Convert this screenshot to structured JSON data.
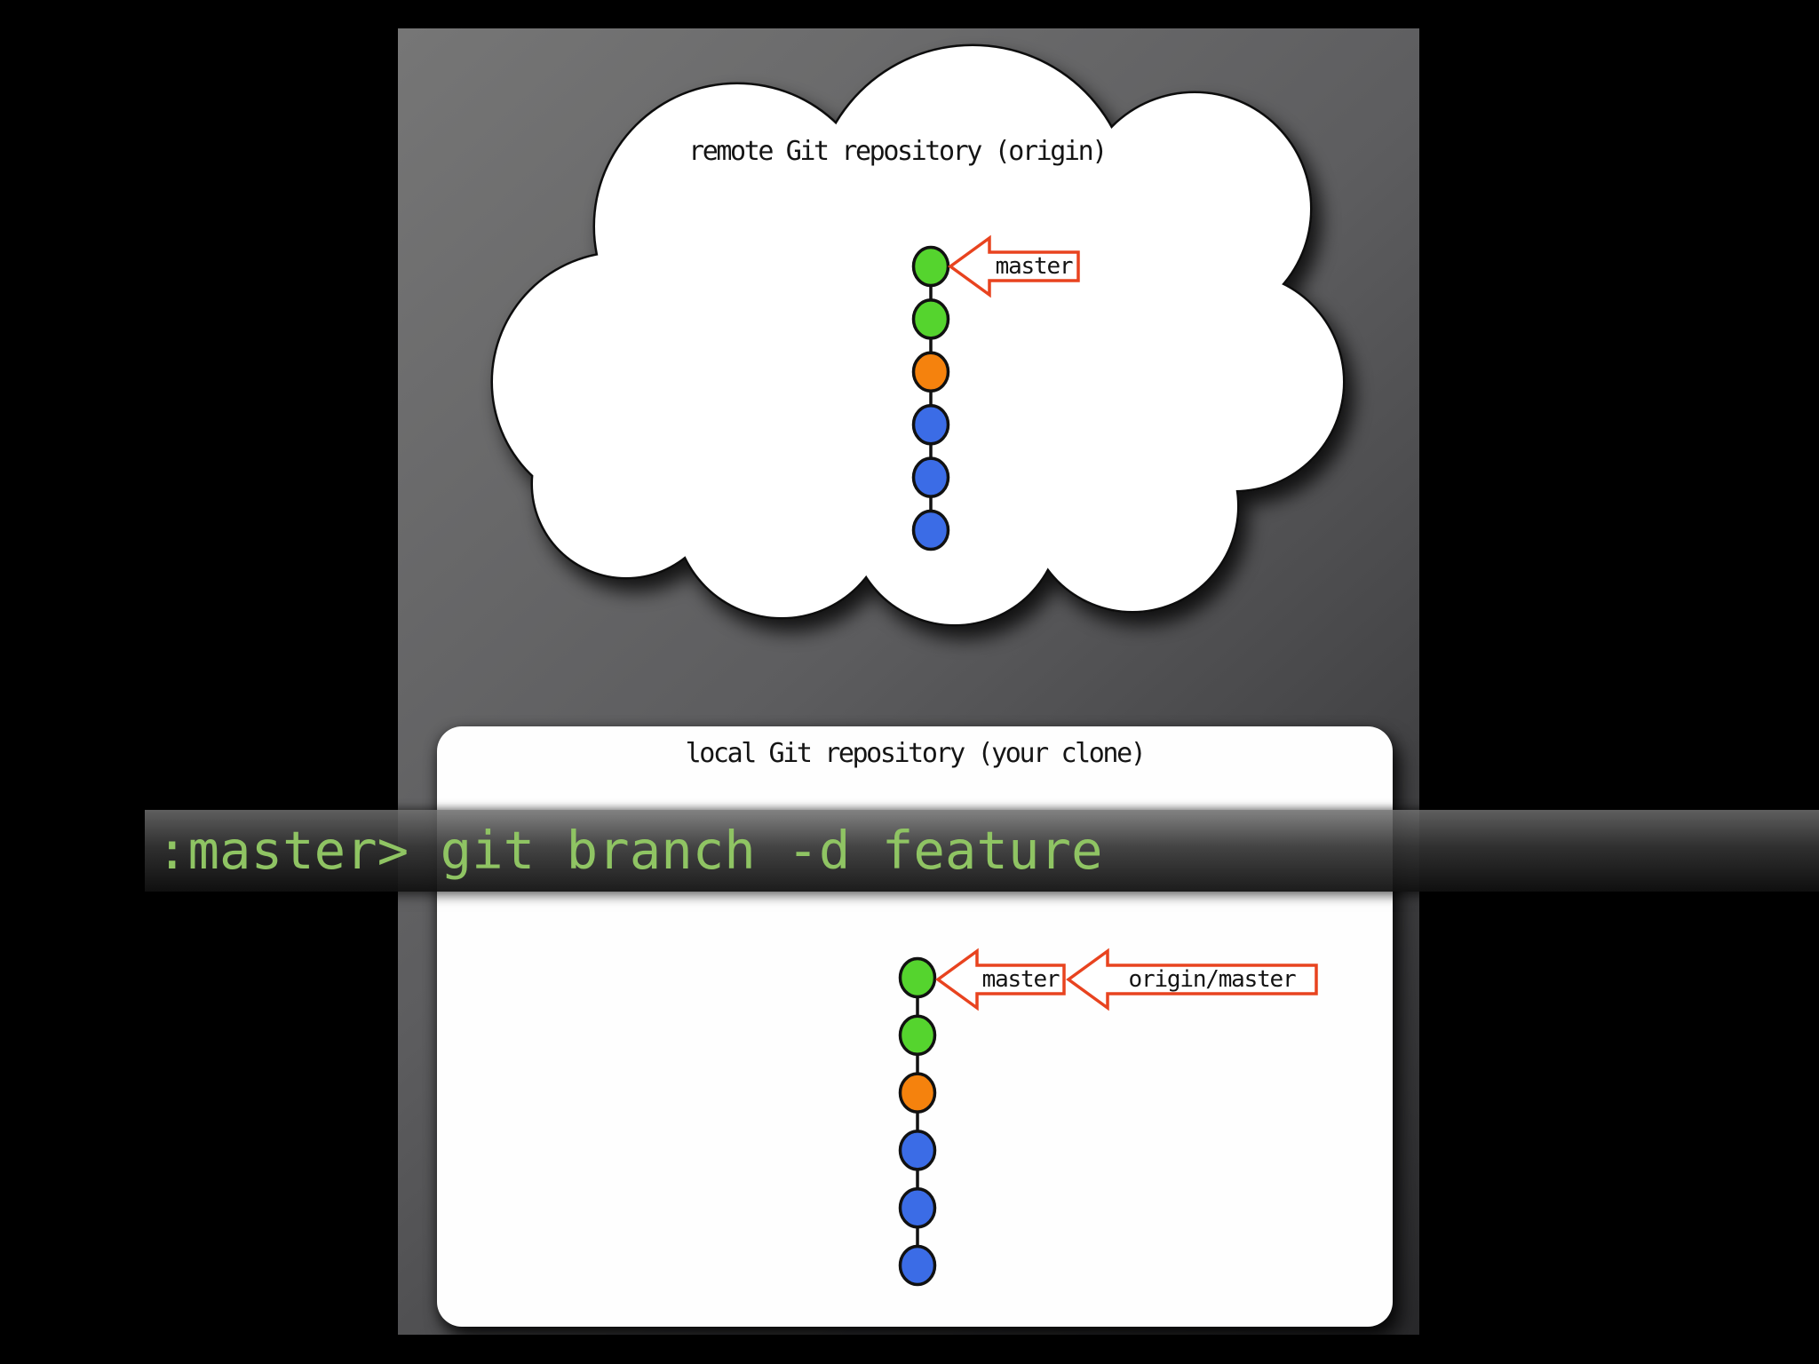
{
  "slide": {
    "remote": {
      "title": "remote Git repository (origin)",
      "commits": [
        "green",
        "green",
        "orange",
        "blue",
        "blue",
        "blue"
      ],
      "branches": [
        {
          "label": "master"
        }
      ]
    },
    "local": {
      "title": "local Git repository (your clone)",
      "commits": [
        "green",
        "green",
        "orange",
        "blue",
        "blue",
        "blue"
      ],
      "branches": [
        {
          "label": "master"
        },
        {
          "label": "origin/master"
        }
      ]
    }
  },
  "terminal": {
    "prompt": ":master>",
    "command": "git branch -d feature"
  },
  "colors": {
    "green": "#55d42e",
    "orange": "#f5820d",
    "blue": "#3b6ce6",
    "arrow_red": "#e8431f",
    "terminal_text": "#8fc463",
    "outline_ink": "#111111",
    "cloud_fill": "#ffffff"
  }
}
